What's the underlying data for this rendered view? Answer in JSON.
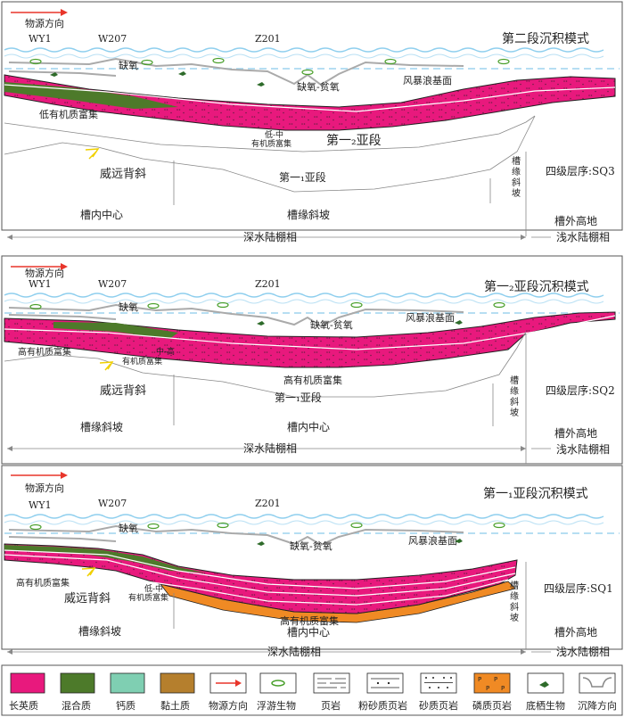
{
  "panels": [
    {
      "title": "第二段沉积模式",
      "source_direction": "物源方向",
      "wells": [
        "WY1",
        "W207",
        "Z201"
      ],
      "labels": {
        "anoxic": "缺氧",
        "anoxic_poor": "缺氧-贫氧",
        "storm_base": "风暴浪基面",
        "organic_left": "低有机质富集",
        "organic_mid_1": "低-中",
        "organic_mid_2": "有机质富集",
        "sub_upper": "第一₂亚段",
        "anticline": "威远背斜",
        "sub_lower": "第一₁亚段",
        "slope_vertical": [
          "槽",
          "缘",
          "斜",
          "坡"
        ],
        "sequence": "四级层序:SQ3",
        "zone_left": "槽内中心",
        "zone_mid": "槽缘斜坡",
        "zone_right": "槽外高地",
        "facies_deep": "深水陆棚相",
        "facies_shallow": "浅水陆棚相"
      }
    },
    {
      "title": "第一₂亚段沉积模式",
      "source_direction": "物源方向",
      "wells": [
        "WY1",
        "W207",
        "Z201"
      ],
      "labels": {
        "anoxic": "缺氧",
        "anoxic_poor": "缺氧-贫氧",
        "storm_base": "风暴浪基面",
        "organic_left": "高有机质富集",
        "organic_mid_1": "中-高",
        "organic_mid_2": "有机质富集",
        "organic_bottom": "高有机质富集",
        "sub_lower": "第一₁亚段",
        "anticline": "威远背斜",
        "slope_vertical": [
          "槽",
          "缘",
          "斜",
          "坡"
        ],
        "sequence": "四级层序:SQ2",
        "zone_left": "槽缘斜坡",
        "zone_mid": "槽内中心",
        "zone_right": "槽外高地",
        "facies_deep": "深水陆棚相",
        "facies_shallow": "浅水陆棚相"
      }
    },
    {
      "title": "第一₁亚段沉积模式",
      "source_direction": "物源方向",
      "wells": [
        "WY1",
        "W207",
        "Z201"
      ],
      "labels": {
        "anoxic": "缺氧",
        "anoxic_poor": "缺氧-贫氧",
        "storm_base": "风暴浪基面",
        "organic_left": "高有机质富集",
        "organic_mid_1": "低-中",
        "organic_mid_2": "有机质富集",
        "organic_bottom": "高有机质富集",
        "anticline": "威远背斜",
        "slope_vertical": [
          "槽",
          "缘",
          "斜",
          "坡"
        ],
        "sequence": "四级层序:SQ1",
        "zone_left": "槽缘斜坡",
        "zone_mid": "槽内中心",
        "zone_right": "槽外高地",
        "facies_deep": "深水陆棚相",
        "facies_shallow": "浅水陆棚相"
      }
    }
  ],
  "legend": [
    {
      "label": "长英质",
      "kind": "swatch",
      "color": "#e8197d"
    },
    {
      "label": "混合质",
      "kind": "swatch",
      "color": "#4d7a2a"
    },
    {
      "label": "钙质",
      "kind": "swatch",
      "color": "#7fcfb2"
    },
    {
      "label": "黏土质",
      "kind": "swatch",
      "color": "#b57f2d"
    },
    {
      "label": "物源方向",
      "kind": "arrow"
    },
    {
      "label": "浮游生物",
      "kind": "plankton"
    },
    {
      "label": "页岩",
      "kind": "shale"
    },
    {
      "label": "粉砂质页岩",
      "kind": "silty"
    },
    {
      "label": "砂质页岩",
      "kind": "sandy"
    },
    {
      "label": "磷质页岩",
      "kind": "phosphatic"
    },
    {
      "label": "底栖生物",
      "kind": "benthic"
    },
    {
      "label": "沉降方向",
      "kind": "subsidence"
    }
  ],
  "colors": {
    "felsic": "#e8197d",
    "mixed": "#4d7a2a",
    "phosphatic": "#f08a24",
    "water": "#a8d8f0",
    "arrow": "#e8352a",
    "thermocline": "#aaaaaa",
    "plankton": "#4aa02c"
  }
}
